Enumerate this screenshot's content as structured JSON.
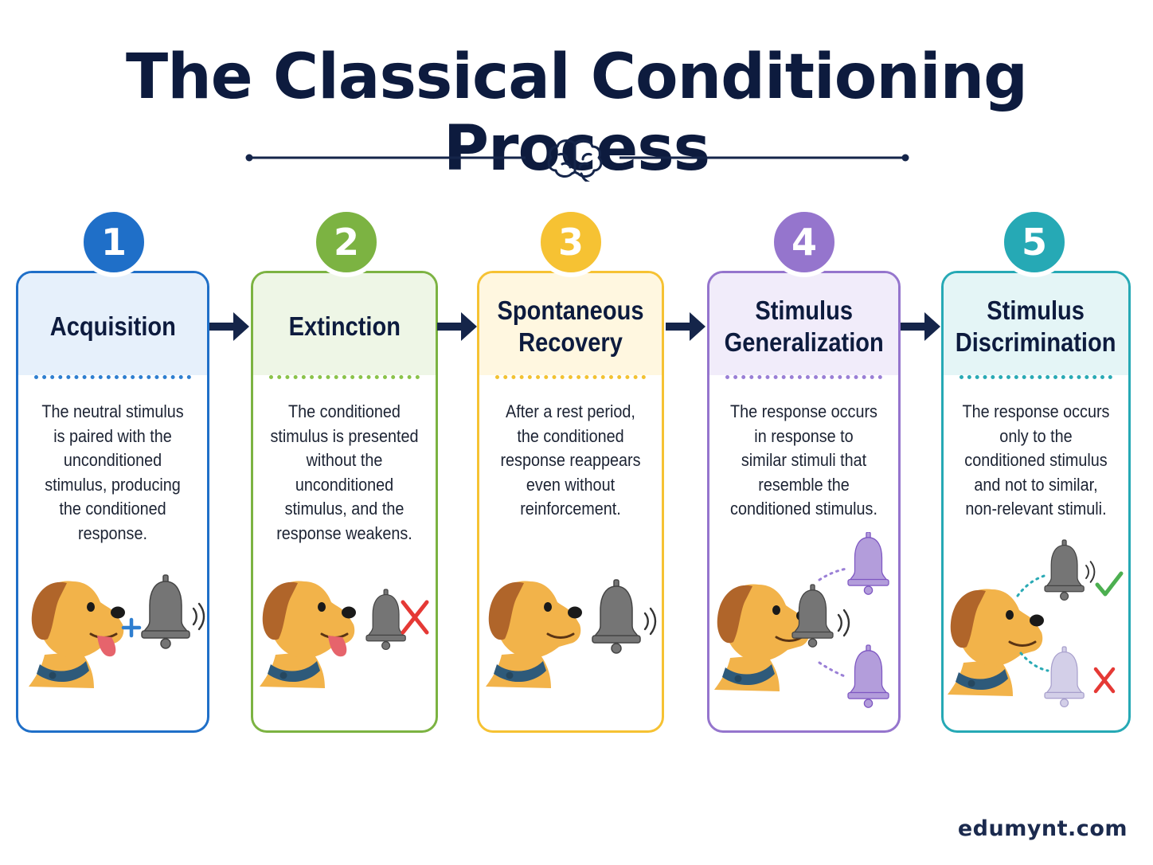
{
  "title": "The Classical Conditioning Process",
  "footer": "edumynt.com",
  "steps": [
    {
      "number": "1",
      "title": "Acquisition",
      "description": "The neutral stimulus\nis paired with the\nunconditioned\nstimulus, producing\nthe conditioned\nresponse.",
      "color": "#1f6fc8",
      "head_bg": "#e6f0fb",
      "dots": "#2f7fd0"
    },
    {
      "number": "2",
      "title": "Extinction",
      "description": "The conditioned\nstimulus is presented\nwithout the\nunconditioned\nstimulus, and the\nresponse weakens.",
      "color": "#7cb342",
      "head_bg": "#eef6e6",
      "dots": "#8bc34a"
    },
    {
      "number": "3",
      "title": "Spontaneous\nRecovery",
      "description": "After a rest period,\nthe conditioned\nresponse reappears\neven without\nreinforcement.",
      "color": "#f6c233",
      "head_bg": "#fff7e0",
      "dots": "#f2c232"
    },
    {
      "number": "4",
      "title": "Stimulus\nGeneralization",
      "description": "The response occurs\nin response to\nsimilar stimuli that\nresemble the\nconditioned stimulus.",
      "color": "#9575cd",
      "head_bg": "#f1ecfa",
      "dots": "#9a7fd6"
    },
    {
      "number": "5",
      "title": "Stimulus\nDiscrimination",
      "description": "The response occurs\nonly to the\nconditioned stimulus\nand not to similar,\nnon-relevant stimuli.",
      "color": "#26a9b5",
      "head_bg": "#e4f5f6",
      "dots": "#2aaab5"
    }
  ],
  "icons": {
    "divider": "brain-icon",
    "illustration": "dog-icon",
    "stimulus": "bell-icon",
    "pairing": "plus-icon",
    "accept": "check-icon",
    "reject": "cross-icon"
  },
  "colors": {
    "title": "#0d1b3e",
    "arrow": "#15254a",
    "bell": "#757575",
    "bell_similar": "#b39ddb",
    "bell_faded": "#c7c3de",
    "dog": "#f2b34a",
    "ear": "#b0652a",
    "collar": "#2e5a7a",
    "check": "#4caf50",
    "cross": "#e53935"
  }
}
